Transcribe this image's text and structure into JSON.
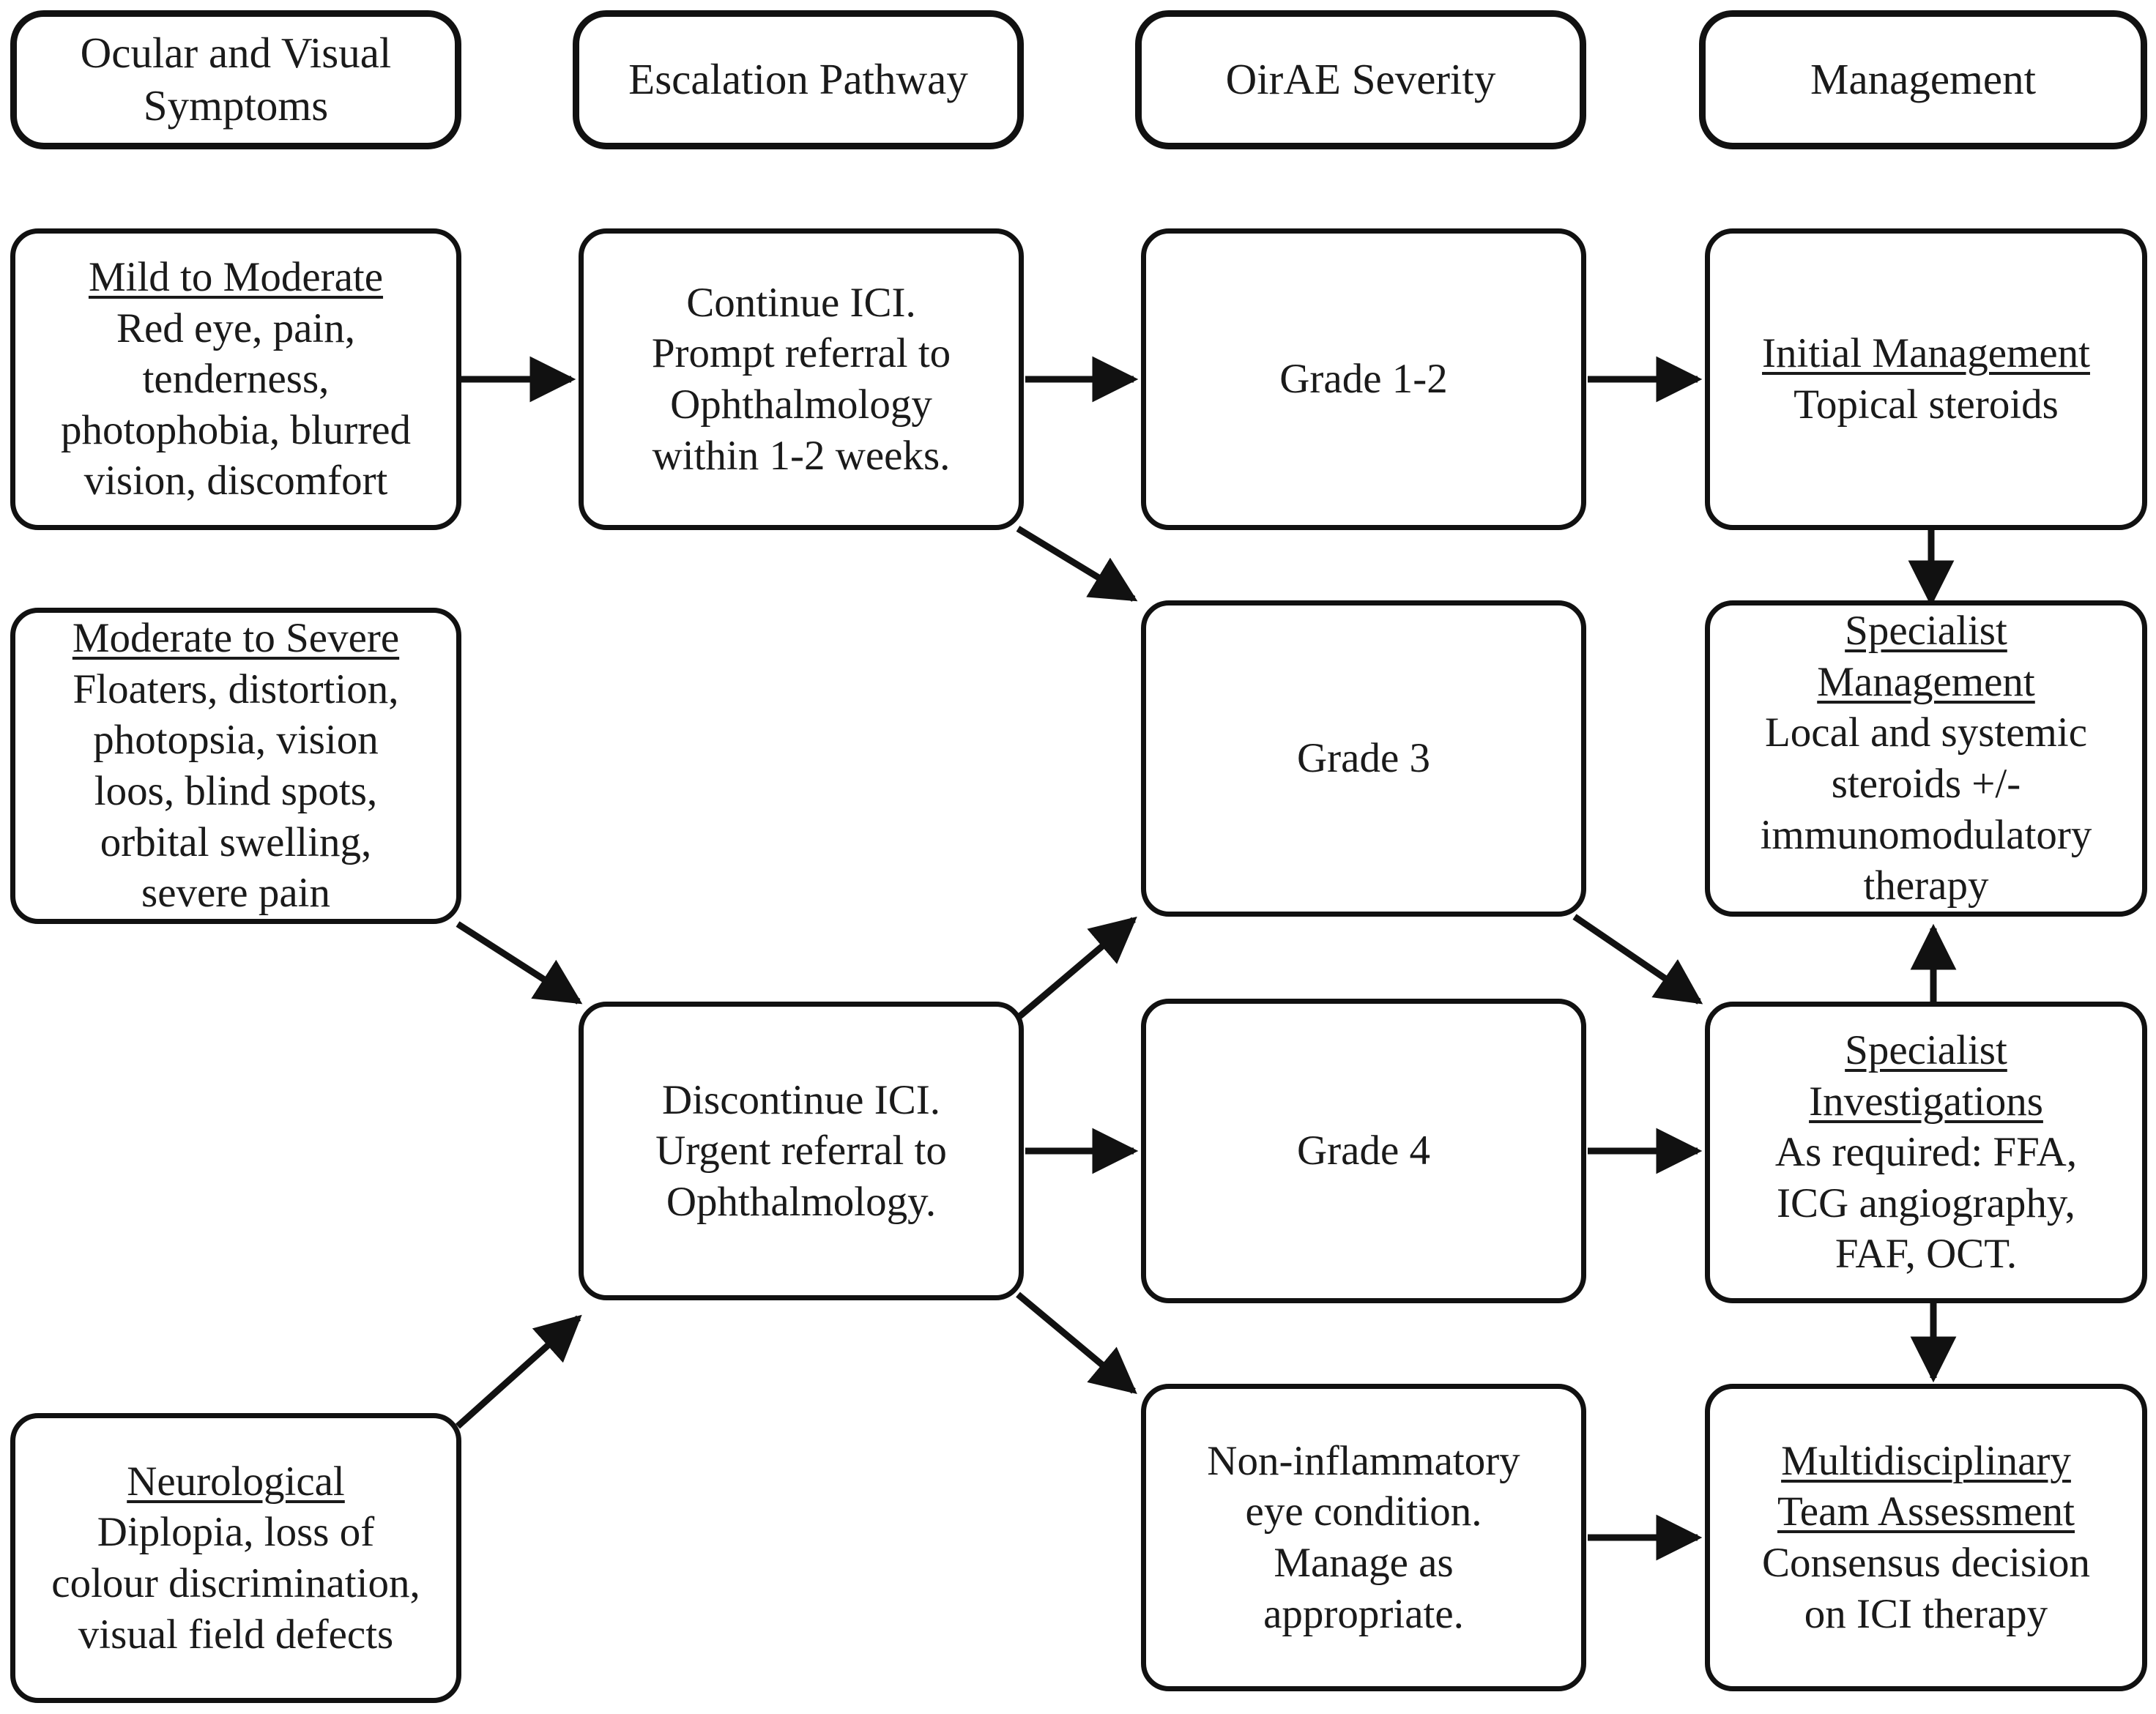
{
  "diagram": {
    "type": "flowchart",
    "columns": [
      {
        "id": "col-symptoms",
        "label": "Ocular and Visual\nSymptoms"
      },
      {
        "id": "col-escalation",
        "label": "Escalation Pathway"
      },
      {
        "id": "col-severity",
        "label": "OirAE Severity"
      },
      {
        "id": "col-management",
        "label": "Management"
      }
    ],
    "nodes": {
      "mild_moderate": {
        "title": "Mild to Moderate",
        "body": "Red eye, pain,\ntenderness,\nphotophobia, blurred\nvision, discomfort"
      },
      "moderate_severe": {
        "title": "Moderate to Severe",
        "body": "Floaters, distortion,\nphotopsia, vision\nloos, blind spots,\norbital swelling,\nsevere pain"
      },
      "neurological": {
        "title": "Neurological",
        "body": "Diplopia, loss of\ncolour discrimination,\nvisual field defects"
      },
      "continue_ici": {
        "text": "Continue ICI.\nPrompt referral to\nOphthalmology\nwithin 1-2 weeks."
      },
      "discontinue_ici": {
        "text": "Discontinue ICI.\nUrgent referral to\nOphthalmology."
      },
      "grade_1_2": {
        "text": "Grade 1-2"
      },
      "grade_3": {
        "text": "Grade 3"
      },
      "grade_4": {
        "text": "Grade 4"
      },
      "non_inflammatory": {
        "text": "Non-inflammatory\neye condition.\nManage as\nappropriate."
      },
      "initial_management": {
        "title": "Initial Management",
        "body": "Topical steroids"
      },
      "specialist_management": {
        "title": "Specialist\nManagement",
        "body": "Local and systemic\nsteroids +/-\nimmunomodulatory\ntherapy"
      },
      "specialist_investigations": {
        "title": "Specialist\nInvestigations",
        "body": "As required: FFA,\nICG angiography,\nFAF, OCT."
      },
      "mdt_assessment": {
        "title": "Multidisciplinary\nTeam Assessment",
        "body": "Consensus decision\non ICI therapy"
      }
    },
    "edges": [
      {
        "from": "mild_moderate",
        "to": "continue_ici",
        "style": "horizontal-arrow"
      },
      {
        "from": "continue_ici",
        "to": "grade_1_2",
        "style": "horizontal-arrow"
      },
      {
        "from": "continue_ici",
        "to": "grade_3",
        "style": "diagonal-down-arrow"
      },
      {
        "from": "grade_1_2",
        "to": "initial_management",
        "style": "horizontal-arrow"
      },
      {
        "from": "initial_management",
        "to": "specialist_management",
        "style": "vertical-down-arrow"
      },
      {
        "from": "moderate_severe",
        "to": "discontinue_ici",
        "style": "diagonal-down-arrow"
      },
      {
        "from": "neurological",
        "to": "discontinue_ici",
        "style": "diagonal-up-arrow"
      },
      {
        "from": "discontinue_ici",
        "to": "grade_3",
        "style": "diagonal-up-arrow"
      },
      {
        "from": "discontinue_ici",
        "to": "grade_4",
        "style": "horizontal-arrow"
      },
      {
        "from": "discontinue_ici",
        "to": "non_inflammatory",
        "style": "diagonal-down-arrow"
      },
      {
        "from": "grade_3",
        "to": "specialist_investigations",
        "style": "diagonal-down-arrow"
      },
      {
        "from": "grade_4",
        "to": "specialist_investigations",
        "style": "horizontal-arrow"
      },
      {
        "from": "non_inflammatory",
        "to": "mdt_assessment",
        "style": "horizontal-arrow"
      },
      {
        "from": "specialist_investigations",
        "to": "specialist_management",
        "style": "vertical-up-arrow"
      },
      {
        "from": "specialist_investigations",
        "to": "mdt_assessment",
        "style": "vertical-down-arrow"
      }
    ],
    "colors": {
      "stroke": "#111111",
      "background": "#ffffff",
      "text": "#1a1a1a"
    }
  }
}
